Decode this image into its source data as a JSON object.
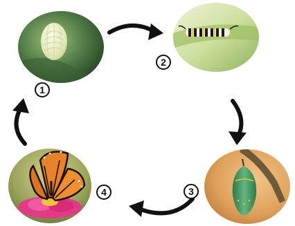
{
  "stages": [
    {
      "number": "1",
      "subject": "egg"
    },
    {
      "number": "2",
      "subject": "caterpillar"
    },
    {
      "number": "3",
      "subject": "chrysalis"
    },
    {
      "number": "4",
      "subject": "butterfly"
    }
  ],
  "colors": {
    "arrow": "#111111",
    "egg": "#e8ebbf",
    "caterpillar_bg": "#c9dc9a",
    "chrysalis": "#4fa06a",
    "butterfly_wing": "#e9812a",
    "flower": "#e23a86"
  }
}
